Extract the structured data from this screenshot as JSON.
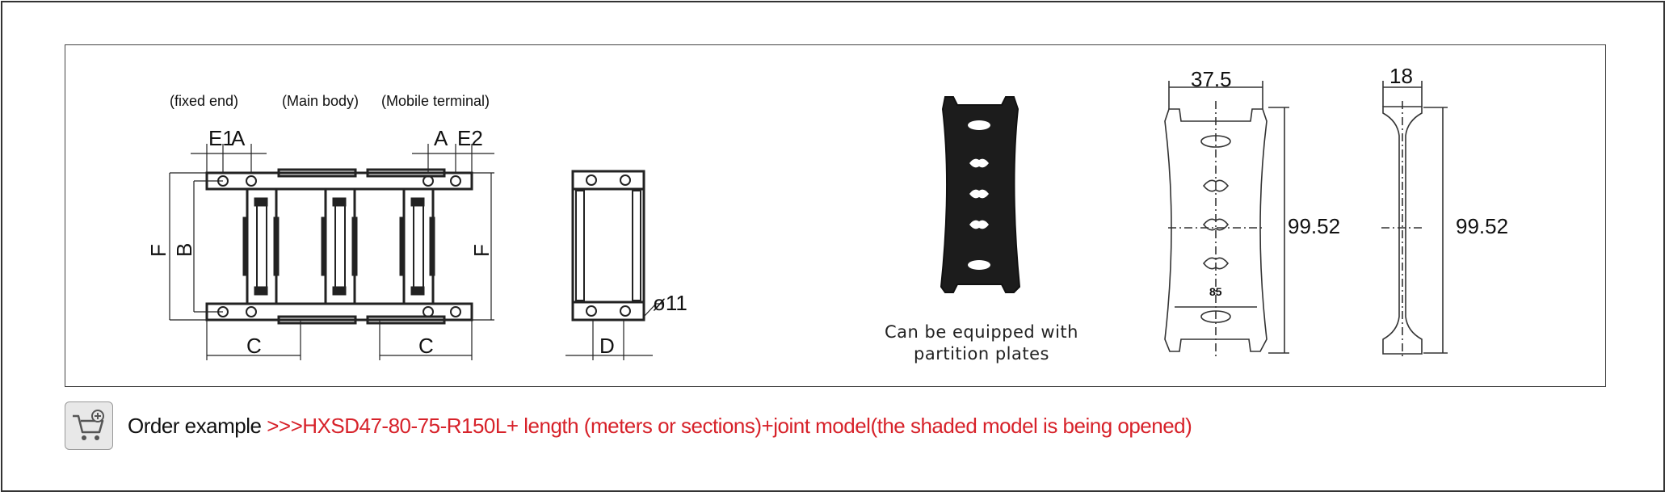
{
  "labels": {
    "fixed_end": "(fixed end)",
    "main_body": "(Main body)",
    "mobile_terminal": "(Mobile terminal)"
  },
  "dimensions": {
    "e1": "E1",
    "e2": "E2",
    "a": "A",
    "b": "B",
    "c": "C",
    "d": "D",
    "f": "F",
    "diameter": "ø11",
    "width_37_5": "37.5",
    "width_18": "18",
    "height_99_52": "99.52",
    "plate_mark": "85"
  },
  "note": {
    "line1": "Can be equipped with",
    "line2": "partition plates"
  },
  "order": {
    "prefix": "Order example",
    "model": ">>>HXSD47-80-75-R150L+ length (meters or sections)+joint model(the shaded model is being opened)"
  },
  "icons": {
    "cart": "shopping-cart-add-icon"
  }
}
